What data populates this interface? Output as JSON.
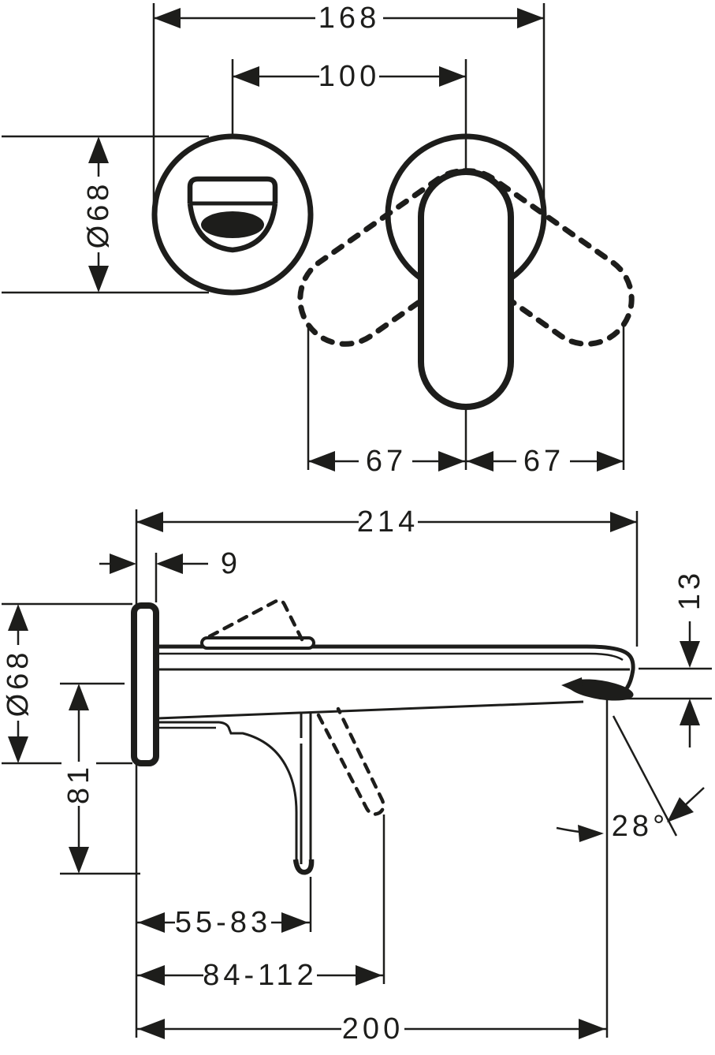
{
  "drawing": {
    "type": "installation-dimension-drawing",
    "line_color": "#1d1d1b",
    "background": "#ffffff"
  },
  "top_view": {
    "overall_width": "168",
    "center_distance": "100",
    "escutcheon_diameter": "Ø68",
    "swing_left": "67",
    "swing_right": "67"
  },
  "side_view": {
    "reach": "214",
    "plate_depth": "9",
    "escutcheon_diameter": "Ø68",
    "body_drop": "81",
    "tip_thickness": "13",
    "handle_min_range": "55-83",
    "handle_max_range": "84-112",
    "projection": "200",
    "spout_angle": "28°"
  }
}
